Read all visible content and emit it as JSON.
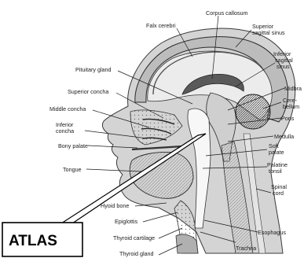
{
  "labels": {
    "corpus_callosum": "Corpus callosum",
    "falx_cerebri": "Falx cerebri",
    "superior_sagittal_sinus": [
      "Superior",
      "sagittal sinus"
    ],
    "inferior_sagittal_sinus": [
      "Inferior",
      "sagittal",
      "sinus"
    ],
    "pituitary_gland": "Pituitary gland",
    "superior_concha": "Superior concha",
    "middle_concha": "Middle concha",
    "inferior_concha": [
      "Inferior",
      "concha"
    ],
    "bony_palate": "Bony palate",
    "tongue": "Tongue",
    "midbrain": "Midbra",
    "cerebellum": [
      "Cere-",
      "bellum"
    ],
    "pons": "Pons",
    "medulla": "Medulla",
    "soft_palate": [
      "Soft",
      "palate"
    ],
    "palatine_tonsil": [
      "Palatine",
      "tonsil"
    ],
    "spinal_cord": [
      "Spinal",
      "cord"
    ],
    "hyoid_bone": "Hyoid bone",
    "epiglottis": "Epiglottis",
    "thyroid_cartilage": "Thyroid cartilage",
    "thyroid_gland": "Thyroid gland",
    "trachea": "Trachea",
    "esophagus": "Esophagus"
  },
  "callout": {
    "label": "ATLAS"
  },
  "colors": {
    "line": "#1a1a1a",
    "tissue_light": "#e9e9e9",
    "tissue_mid": "#bdbdbd",
    "tissue_dark": "#6e6e6e",
    "callout_border": "#000000"
  }
}
